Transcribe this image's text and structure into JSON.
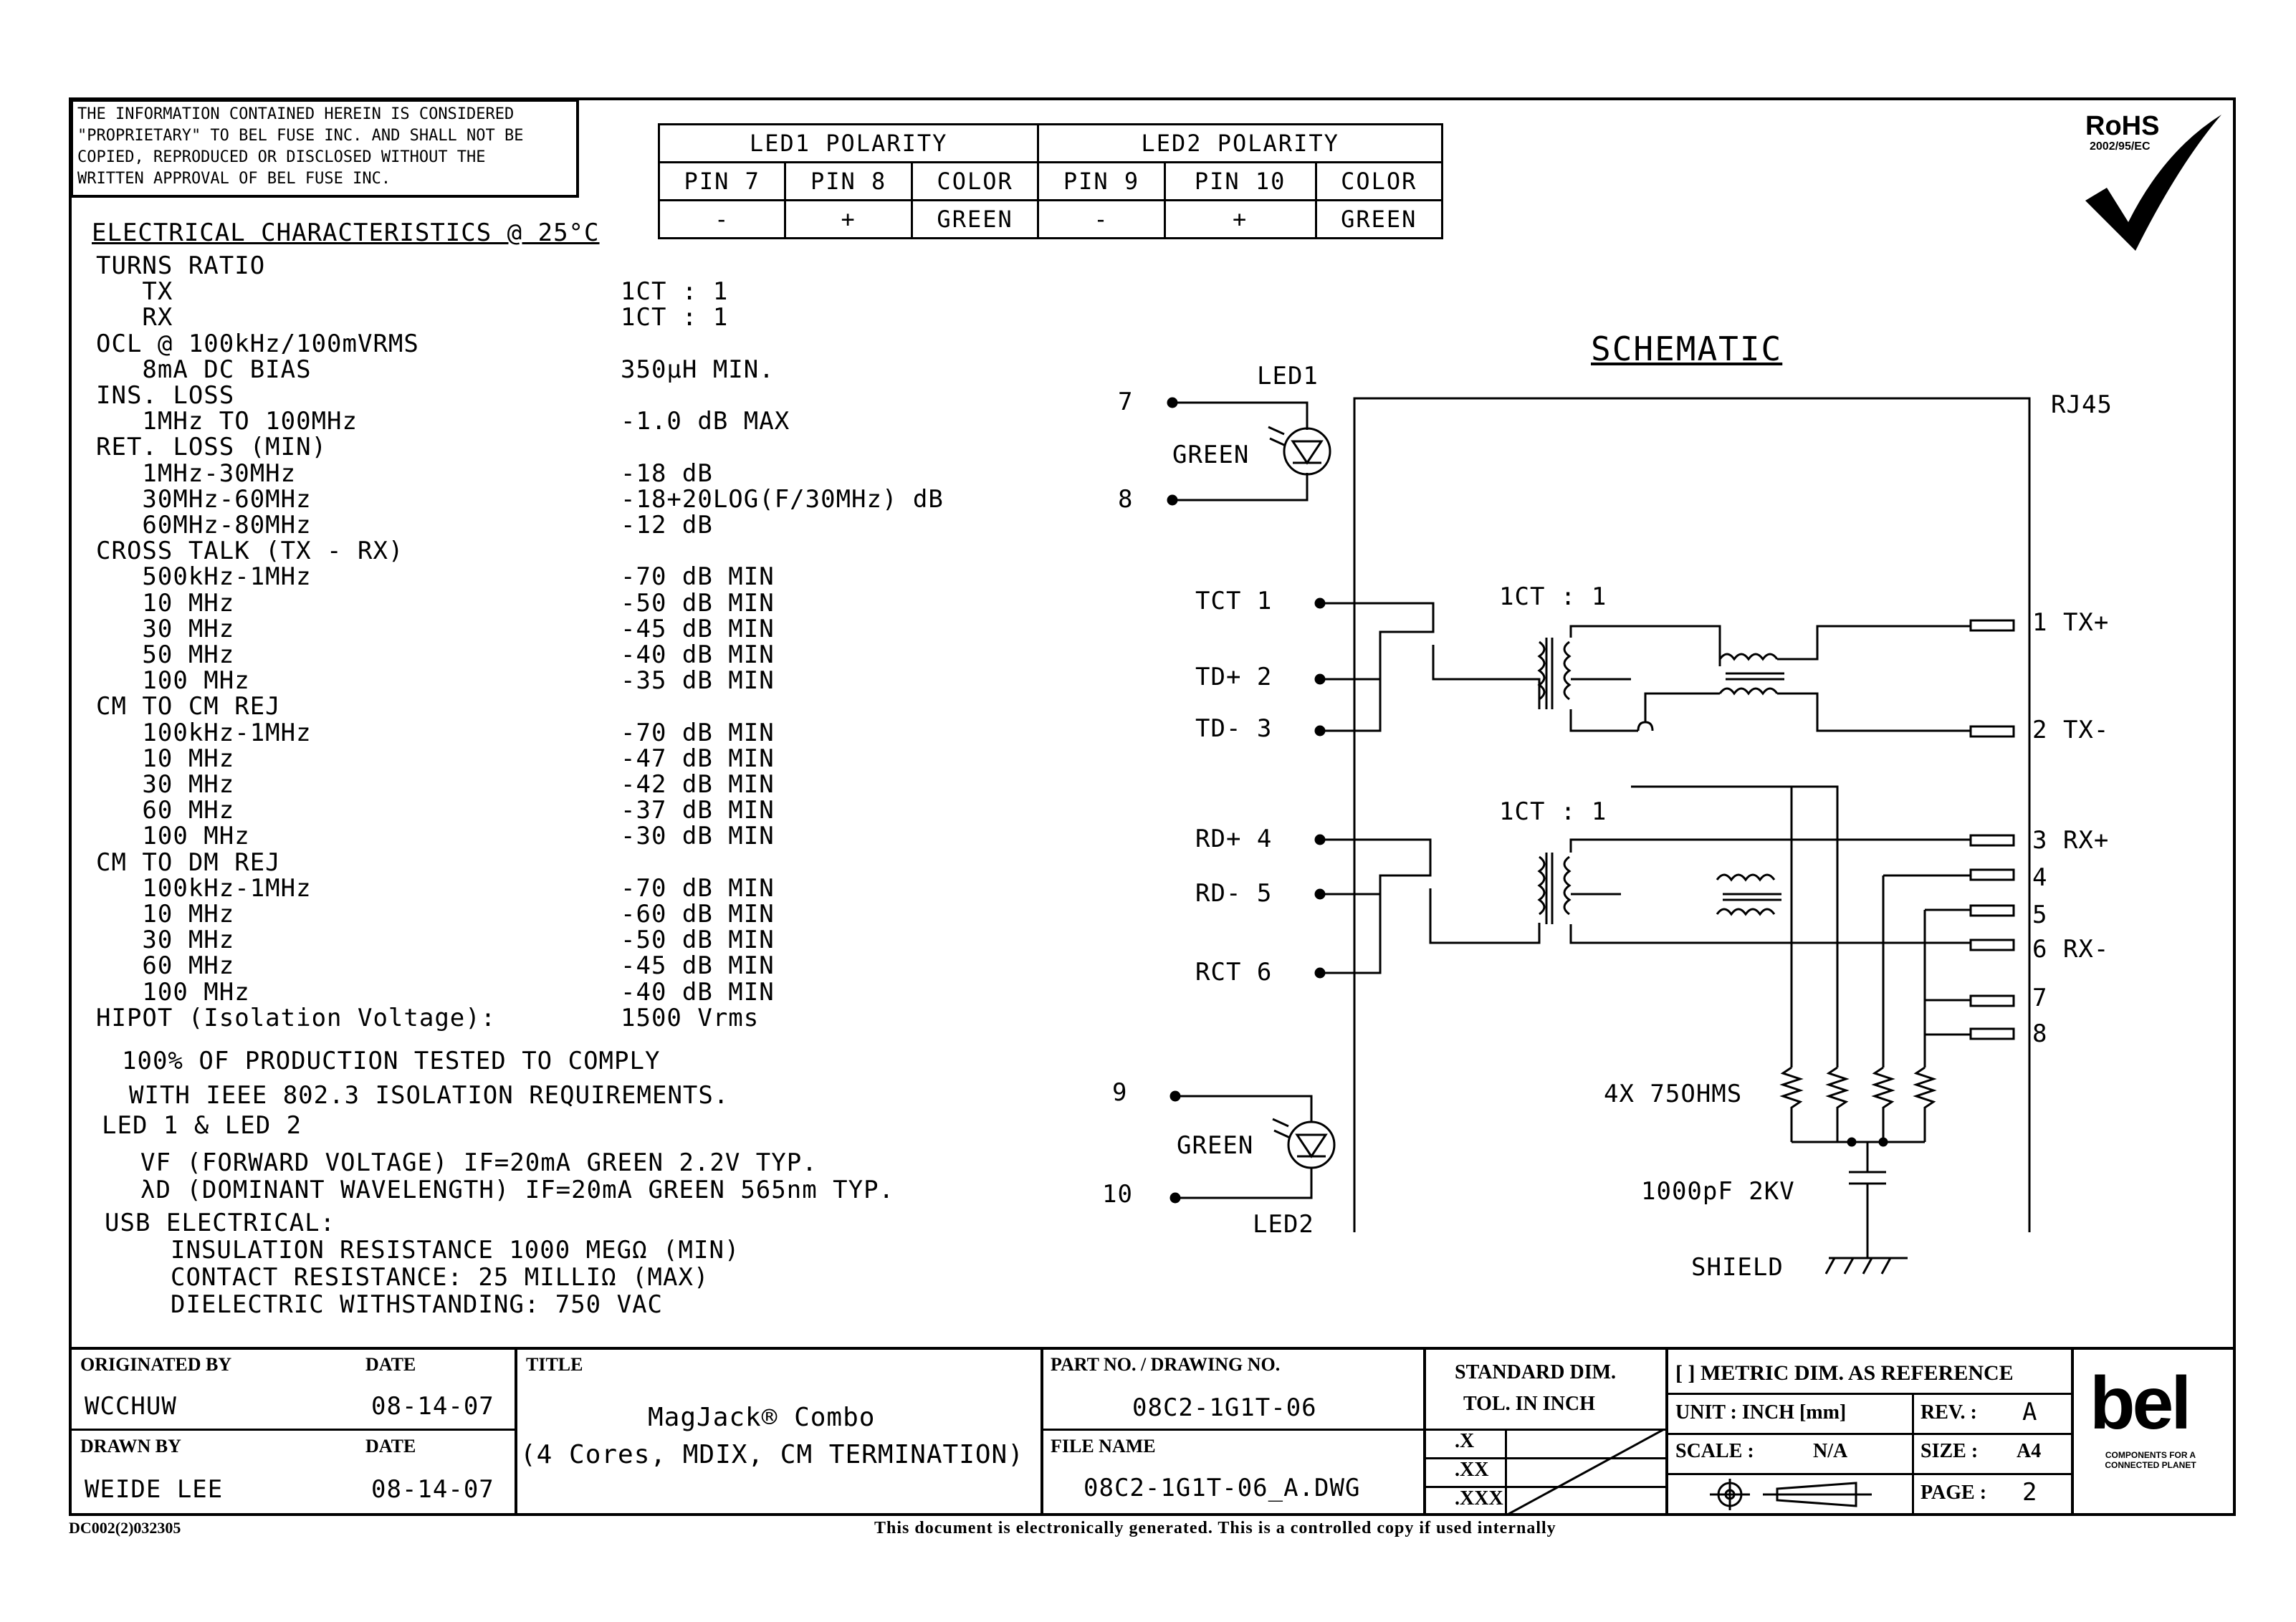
{
  "disclaimer": {
    "line1": "THE INFORMATION CONTAINED HEREIN IS CONSIDERED",
    "line2": "\"PROPRIETARY\" TO BEL FUSE INC. AND SHALL NOT BE",
    "line3": "COPIED, REPRODUCED OR DISCLOSED WITHOUT THE",
    "line4": "WRITTEN APPROVAL OF BEL FUSE INC."
  },
  "polarity": {
    "led1_header": "LED1 POLARITY",
    "led2_header": "LED2 POLARITY",
    "cols": [
      "PIN 7",
      "PIN 8",
      "COLOR",
      "PIN 9",
      "PIN 10",
      "COLOR"
    ],
    "vals": [
      "-",
      "+",
      "GREEN",
      "-",
      "+",
      "GREEN"
    ]
  },
  "rohs": {
    "title": "RoHS",
    "sub": "2002/95/EC"
  },
  "elec": {
    "heading": "ELECTRICAL CHARACTERISTICS @ 25°C",
    "rows": [
      [
        "TURNS RATIO",
        ""
      ],
      [
        "   TX",
        "1CT : 1"
      ],
      [
        "   RX",
        "1CT : 1"
      ],
      [
        "OCL @ 100kHz/100mVRMS",
        ""
      ],
      [
        "   8mA DC BIAS",
        "350µH MIN."
      ],
      [
        "INS. LOSS",
        ""
      ],
      [
        "   1MHz TO 100MHz",
        "-1.0 dB MAX"
      ],
      [
        "RET. LOSS (MIN)",
        ""
      ],
      [
        "   1MHz-30MHz",
        "-18 dB"
      ],
      [
        "   30MHz-60MHz",
        "-18+20LOG(F/30MHz) dB"
      ],
      [
        "   60MHz-80MHz",
        "-12 dB"
      ],
      [
        "CROSS TALK (TX - RX)",
        ""
      ],
      [
        "   500kHz-1MHz",
        "-70 dB MIN"
      ],
      [
        "   10 MHz",
        "-50 dB MIN"
      ],
      [
        "   30 MHz",
        "-45 dB MIN"
      ],
      [
        "   50 MHz",
        "-40 dB MIN"
      ],
      [
        "   100 MHz",
        "-35 dB MIN"
      ],
      [
        "CM TO CM REJ",
        ""
      ],
      [
        "   100kHz-1MHz",
        "-70 dB MIN"
      ],
      [
        "   10 MHz",
        "-47 dB MIN"
      ],
      [
        "   30 MHz",
        "-42 dB MIN"
      ],
      [
        "   60 MHz",
        "-37 dB MIN"
      ],
      [
        "   100 MHz",
        "-30 dB MIN"
      ],
      [
        "CM TO DM REJ",
        ""
      ],
      [
        "   100kHz-1MHz",
        "-70 dB MIN"
      ],
      [
        "   10 MHz",
        "-60 dB MIN"
      ],
      [
        "   30 MHz",
        "-50 dB MIN"
      ],
      [
        "   60 MHz",
        "-45 dB MIN"
      ],
      [
        "   100 MHz",
        "-40 dB MIN"
      ],
      [
        "HIPOT (Isolation Voltage):",
        "1500 Vrms"
      ]
    ],
    "note1": "100% OF PRODUCTION TESTED TO COMPLY",
    "note2": "WITH IEEE 802.3 ISOLATION REQUIREMENTS.",
    "led_head": "LED 1 & LED 2",
    "vf": "VF (FORWARD VOLTAGE)   IF=20mA  GREEN   2.2V TYP.",
    "ld": "λD (DOMINANT WAVELENGTH) IF=20mA  GREEN   565nm TYP.",
    "usb_head": "USB ELECTRICAL:",
    "usb1": "INSULATION RESISTANCE  1000 MEGΩ (MIN)",
    "usb2": "CONTACT RESISTANCE:  25 MILLIΩ (MAX)",
    "usb3": "DIELECTRIC WITHSTANDING:  750 VAC"
  },
  "schematic": {
    "title": "SCHEMATIC",
    "rj45": "RJ45",
    "led1": "LED1",
    "led2": "LED2",
    "green": "GREEN",
    "ratio": "1CT : 1",
    "pins_left": [
      "7",
      "8",
      "TCT  1",
      "TD+  2",
      "TD-  3",
      "RD+  4",
      "RD-  5",
      "RCT  6",
      "9",
      "10"
    ],
    "pins_right": [
      "1  TX+",
      "2  TX-",
      "3  RX+",
      "4",
      "5",
      "6  RX-",
      "7",
      "8"
    ],
    "resistors": "4X 75OHMS",
    "cap": "1000pF  2KV",
    "shield": "SHIELD"
  },
  "titleblock": {
    "originated_by_label": "ORIGINATED BY",
    "date_label": "DATE",
    "originated_by": "WCCHUW",
    "originated_date": "08-14-07",
    "drawn_by_label": "DRAWN BY",
    "drawn_by": "WEIDE LEE",
    "drawn_date": "08-14-07",
    "title_label": "TITLE",
    "title1": "MagJack® Combo",
    "title2": "(4 Cores, MDIX, CM TERMINATION)",
    "part_label": "PART NO. / DRAWING NO.",
    "part_no": "08C2-1G1T-06",
    "file_label": "FILE NAME",
    "file_name": "08C2-1G1T-06_A.DWG",
    "std1": "STANDARD DIM.",
    "std2": "TOL. IN INCH",
    "tol": [
      ".X",
      ".XX",
      ".XXX"
    ],
    "metric": "[ ] METRIC DIM. AS REFERENCE",
    "unit": "UNIT : INCH [mm]",
    "rev_label": "REV. :",
    "rev": "A",
    "scale_label": "SCALE :",
    "scale": "N/A",
    "size_label": "SIZE :",
    "size": "A4",
    "page_label": "PAGE :",
    "page": "2",
    "logo": "bel",
    "tagline": "COMPONENTS FOR A CONNECTED PLANET"
  },
  "footer": {
    "code": "DC002(2)032305",
    "note": "This document is electronically generated. This is a controlled copy if used internally"
  }
}
